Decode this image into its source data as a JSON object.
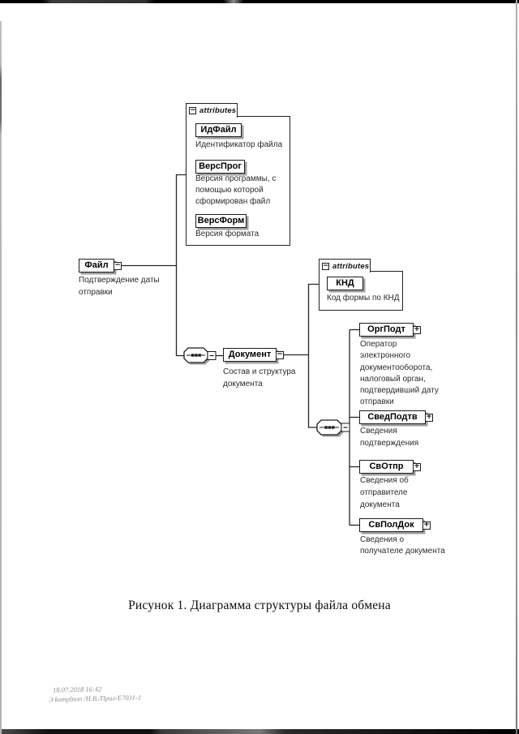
{
  "icons": {
    "minus": "−",
    "plus": "+"
  },
  "diagram": {
    "attr_box_file": {
      "label": "attributes",
      "items": [
        {
          "name": "ИдФайл",
          "desc": "Идентификатор файла"
        },
        {
          "name": "ВерсПрог",
          "desc": "Версия программы, с\nпомощью которой\nсформирован файл"
        },
        {
          "name": "ВерсФорм",
          "desc": "Версия формата"
        }
      ]
    },
    "file_node": {
      "name": "Файл",
      "desc": "Подтверждение даты\nотправки"
    },
    "document_node": {
      "name": "Документ",
      "desc": "Состав и структура\nдокумента"
    },
    "attr_box_document": {
      "label": "attributes",
      "items": [
        {
          "name": "КНД",
          "desc": "Код формы по КНД"
        }
      ]
    },
    "document_children": [
      {
        "name": "ОргПодт",
        "desc": "Оператор\nэлектронного\nдокументооборота,\nналоговый орган,\nподтвердивший дату\nотправки"
      },
      {
        "name": "СведПодтв",
        "desc": "Сведения\nподтверждения"
      },
      {
        "name": "СвОтпр",
        "desc": "Сведения об\nотправителе\nдокумента"
      },
      {
        "name": "СвПолДок",
        "desc": "Сведения о\nполучателе документа"
      }
    ]
  },
  "caption": "Рисунок 1. Диаграмма структуры файла обмена",
  "stamp": {
    "line1": "18.07.2018 16:42",
    "line2": "Э komplnon /Н.В./Прил-Е7031-1"
  }
}
